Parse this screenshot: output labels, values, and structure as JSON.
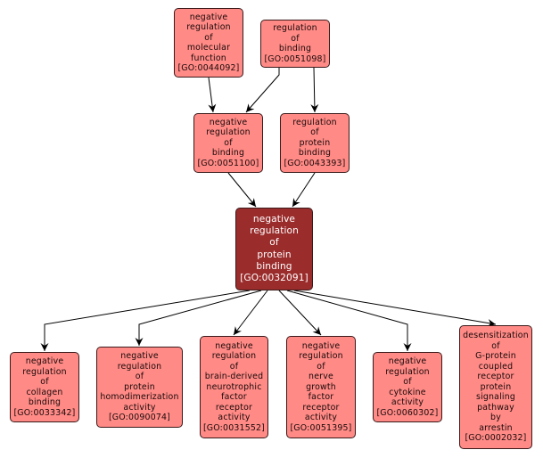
{
  "diagram": {
    "type": "GO term ancestry graph",
    "colors": {
      "node_fill": "#ff8a86",
      "focus_fill": "#9b2c2c",
      "border": "#3a1a1a",
      "edge": "#000000"
    },
    "nodes": {
      "n0044092": {
        "lines": [
          "negative",
          "regulation",
          "of",
          "molecular",
          "function",
          "[GO:0044092]"
        ]
      },
      "n0051098": {
        "lines": [
          "regulation",
          "of",
          "binding",
          "[GO:0051098]"
        ]
      },
      "n0051100": {
        "lines": [
          "negative",
          "regulation",
          "of",
          "binding",
          "[GO:0051100]"
        ]
      },
      "n0043393": {
        "lines": [
          "regulation",
          "of",
          "protein",
          "binding",
          "[GO:0043393]"
        ]
      },
      "n0032091": {
        "lines": [
          "negative",
          "regulation",
          "of",
          "protein",
          "binding",
          "[GO:0032091]"
        ],
        "focus": true
      },
      "n0033342": {
        "lines": [
          "negative",
          "regulation",
          "of",
          "collagen",
          "binding",
          "[GO:0033342]"
        ]
      },
      "n0090074": {
        "lines": [
          "negative",
          "regulation",
          "of",
          "protein",
          "homodimerization",
          "activity",
          "[GO:0090074]"
        ]
      },
      "n0031552": {
        "lines": [
          "negative",
          "regulation",
          "of",
          "brain-derived",
          "neurotrophic",
          "factor",
          "receptor",
          "activity",
          "[GO:0031552]"
        ]
      },
      "n0051395": {
        "lines": [
          "negative",
          "regulation",
          "of",
          "nerve",
          "growth",
          "factor",
          "receptor",
          "activity",
          "[GO:0051395]"
        ]
      },
      "n0060302": {
        "lines": [
          "negative",
          "regulation",
          "of",
          "cytokine",
          "activity",
          "[GO:0060302]"
        ]
      },
      "n0002032": {
        "lines": [
          "desensitization",
          "of",
          "G-protein",
          "coupled",
          "receptor",
          "protein",
          "signaling",
          "pathway",
          "by",
          "arrestin",
          "[GO:0002032]"
        ]
      }
    },
    "edges": [
      {
        "from": "n0044092",
        "to": "n0051100"
      },
      {
        "from": "n0051098",
        "to": "n0051100"
      },
      {
        "from": "n0051098",
        "to": "n0043393"
      },
      {
        "from": "n0051100",
        "to": "n0032091"
      },
      {
        "from": "n0043393",
        "to": "n0032091"
      },
      {
        "from": "n0032091",
        "to": "n0033342"
      },
      {
        "from": "n0032091",
        "to": "n0090074"
      },
      {
        "from": "n0032091",
        "to": "n0031552"
      },
      {
        "from": "n0032091",
        "to": "n0051395"
      },
      {
        "from": "n0032091",
        "to": "n0060302"
      },
      {
        "from": "n0032091",
        "to": "n0002032"
      }
    ]
  }
}
